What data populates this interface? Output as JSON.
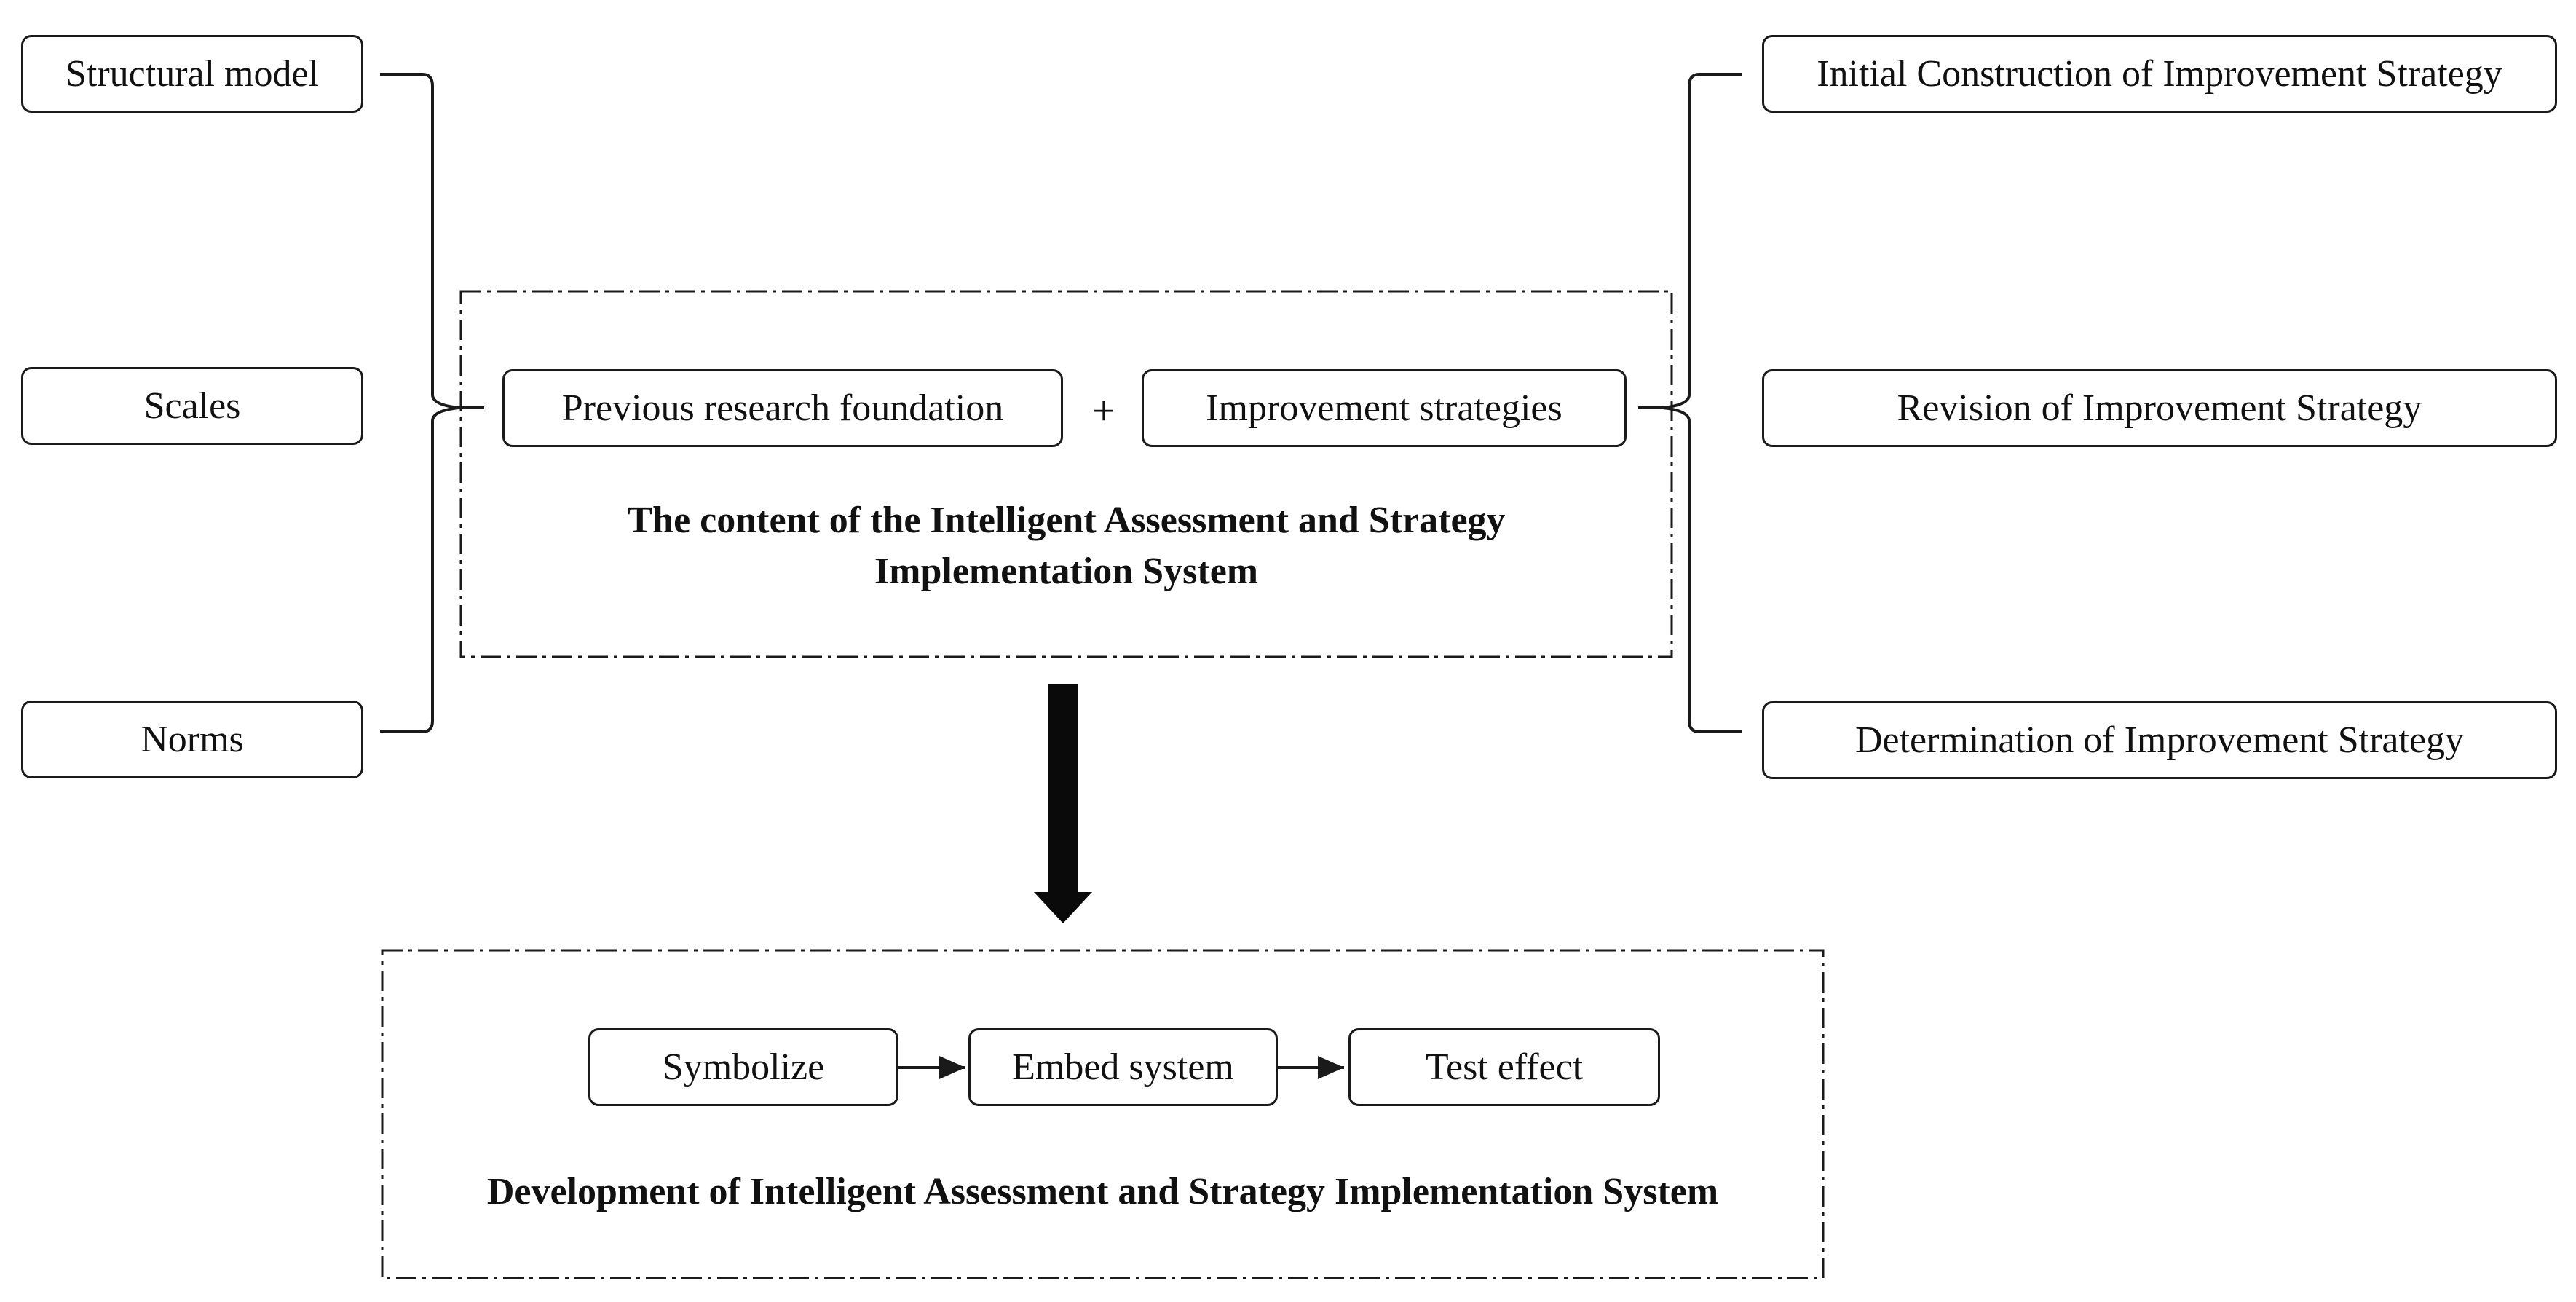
{
  "left_items": [
    "Structural model",
    "Scales",
    "Norms"
  ],
  "right_items": [
    "Initial Construction of Improvement Strategy",
    "Revision of Improvement Strategy",
    "Determination of Improvement Strategy"
  ],
  "top_group": {
    "box1": "Previous research foundation",
    "plus": "+",
    "box2": "Improvement strategies",
    "caption_line1": "The content of the Intelligent Assessment and Strategy",
    "caption_line2": "Implementation System"
  },
  "bottom_group": {
    "steps": [
      "Symbolize",
      "Embed system",
      "Test effect"
    ],
    "caption": "Development of Intelligent Assessment and Strategy Implementation System"
  },
  "colors": {
    "stroke": "#1a1a1a",
    "background": "#ffffff"
  }
}
